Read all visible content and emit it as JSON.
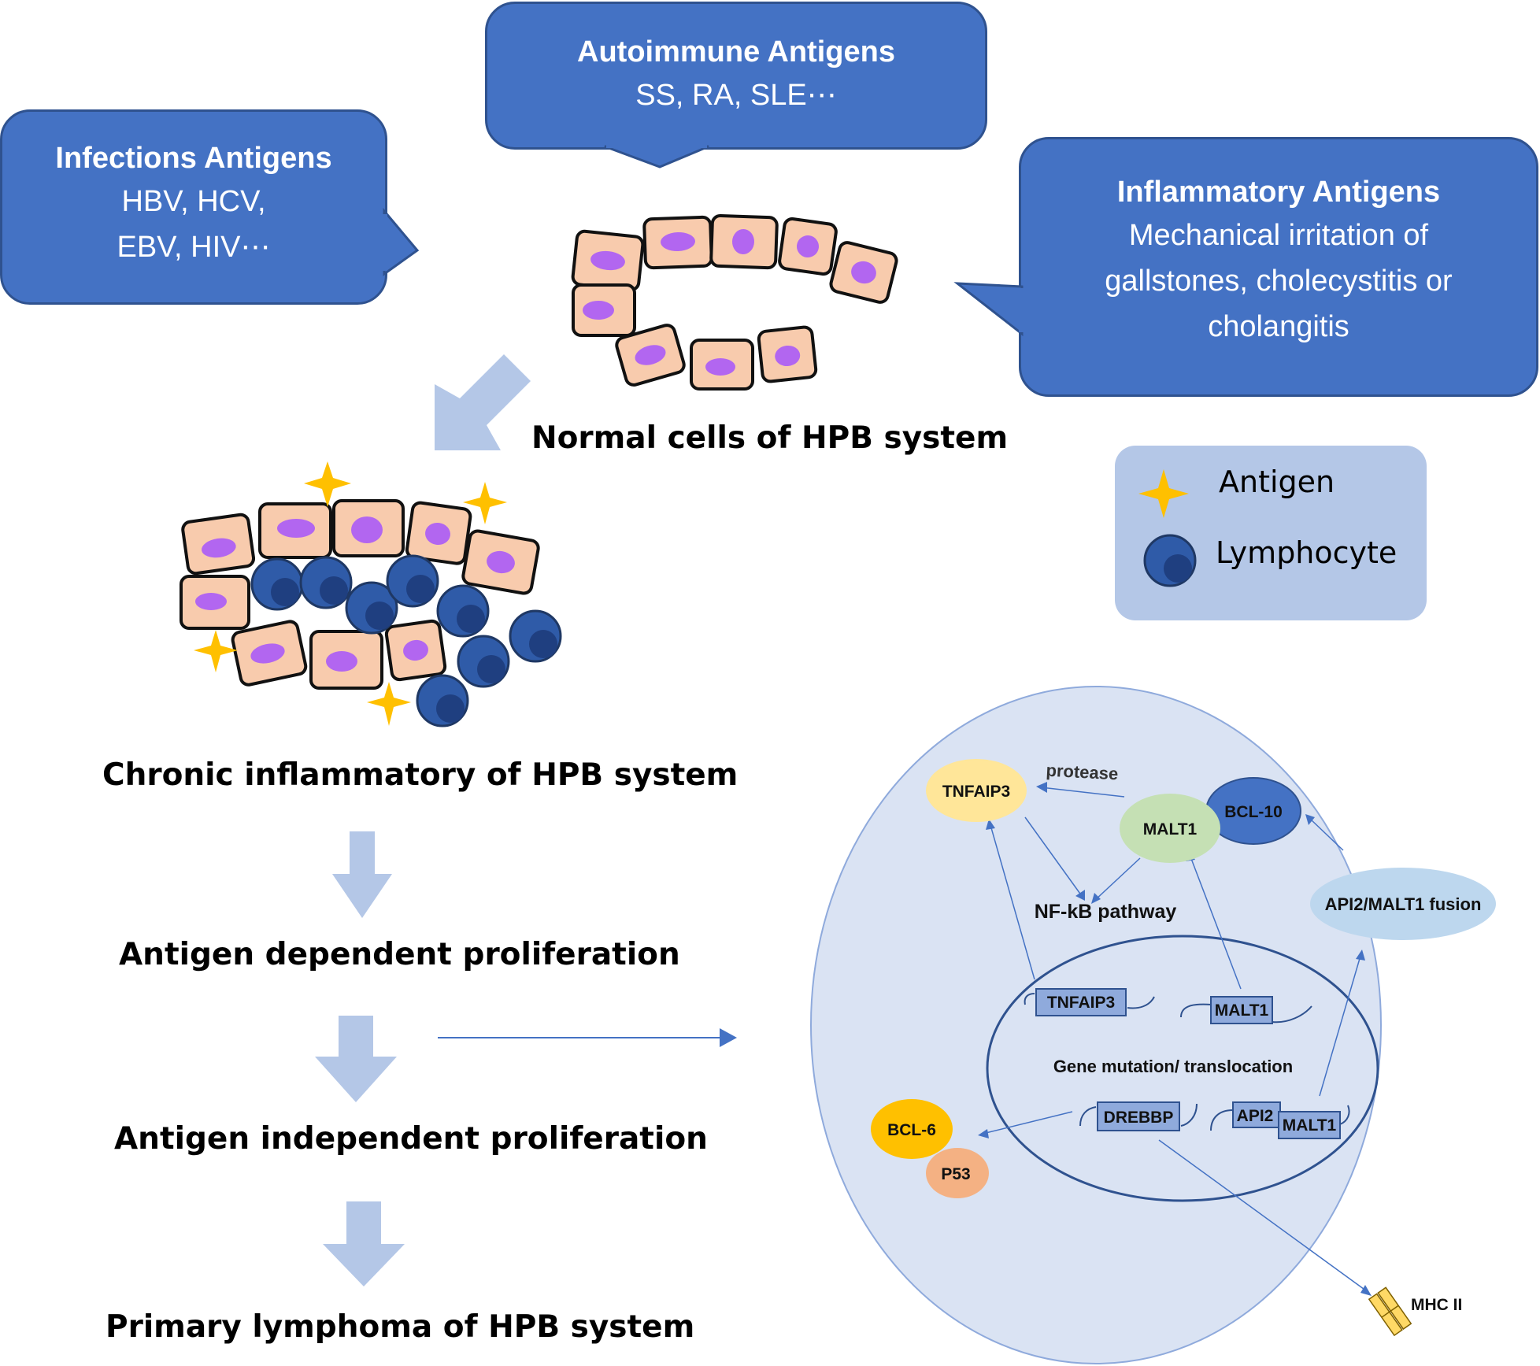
{
  "bubbles": {
    "infections": {
      "title": "Infections Antigens",
      "line1": "HBV, HCV,",
      "line2": "EBV, HIV⋯"
    },
    "autoimmune": {
      "title": "Autoimmune Antigens",
      "line1": "SS, RA, SLE⋯"
    },
    "inflammatory": {
      "title": "Inflammatory Antigens",
      "line1": "Mechanical irritation of",
      "line2": "gallstones, cholecystitis or",
      "line3": "cholangitis"
    }
  },
  "stages": {
    "normal": "Normal cells of HPB system",
    "chronic": "Chronic inflammatory of HPB system",
    "dependent": "Antigen dependent proliferation",
    "independent": "Antigen independent proliferation",
    "lymphoma": "Primary lymphoma of HPB system"
  },
  "legend": {
    "antigen": "Antigen",
    "lymphocyte": "Lymphocyte"
  },
  "pathway": {
    "tnfaip3": "TNFAIP3",
    "protease": "protease",
    "malt1": "MALT1",
    "bcl10": "BCL-10",
    "nfkb": "NF-kB pathway",
    "api2_fusion": "API2/MALT1 fusion",
    "gene_tnfaip3": "TNFAIP3",
    "gene_malt1": "MALT1",
    "gene_mutation": "Gene mutation/ translocation",
    "gene_drebbp": "DREBBP",
    "gene_api2": "API2",
    "gene_malt1b": "MALT1",
    "bcl6": "BCL-6",
    "p53": "P53",
    "mhc2": "MHC II"
  },
  "colors": {
    "bubble": "#4472c4",
    "cell_fill": "#f8cbad",
    "nucleus": "#b266f0",
    "lymphocyte": "#2f5ba8",
    "antigen": "#ffc000",
    "arrow_fill": "#b4c7e7",
    "circle_fill": "#dae3f3"
  }
}
